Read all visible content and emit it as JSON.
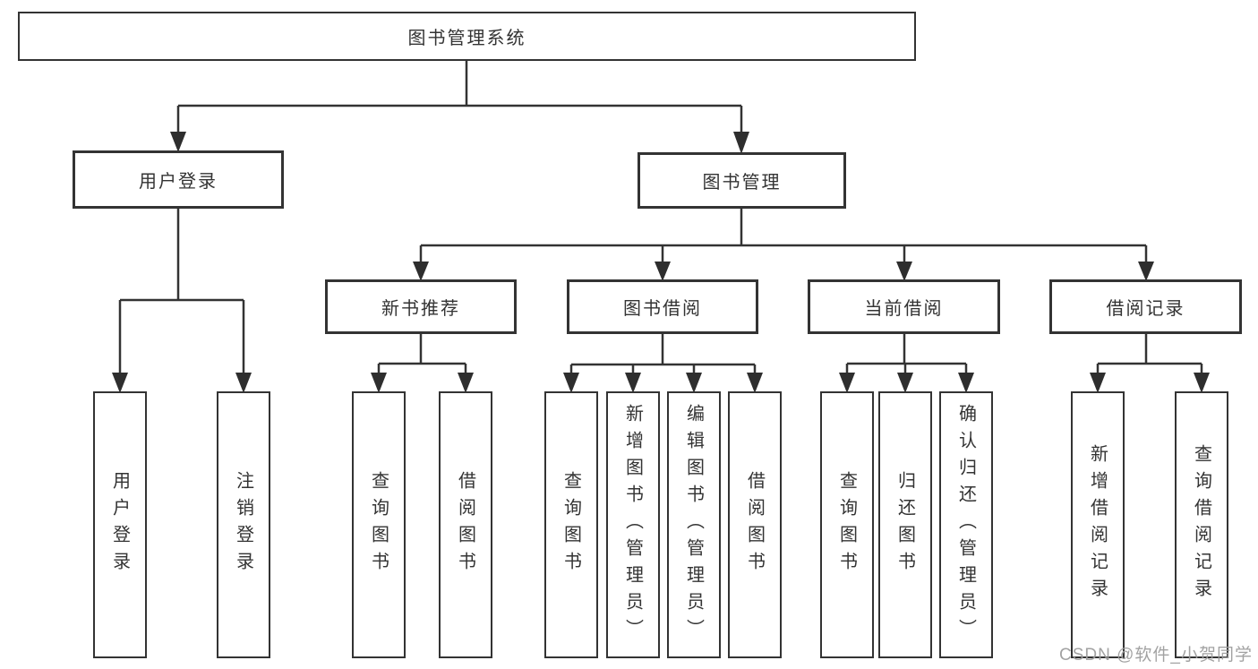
{
  "diagram_title": "图书管理系统",
  "tree": {
    "label": "图书管理系统",
    "children": [
      {
        "label": "用户登录",
        "children": [
          {
            "label": "用户登录"
          },
          {
            "label": "注销登录"
          }
        ]
      },
      {
        "label": "图书管理",
        "children": [
          {
            "label": "新书推荐",
            "children": [
              {
                "label": "查询图书"
              },
              {
                "label": "借阅图书"
              }
            ]
          },
          {
            "label": "图书借阅",
            "children": [
              {
                "label": "查询图书"
              },
              {
                "label": "新增图书（管理员）"
              },
              {
                "label": "编辑图书（管理员）"
              },
              {
                "label": "借阅图书"
              }
            ]
          },
          {
            "label": "当前借阅",
            "children": [
              {
                "label": "查询图书"
              },
              {
                "label": "归还图书"
              },
              {
                "label": "确认归还（管理员）"
              }
            ]
          },
          {
            "label": "借阅记录",
            "children": [
              {
                "label": "新增借阅记录"
              },
              {
                "label": "查询借阅记录"
              }
            ]
          }
        ]
      }
    ]
  },
  "watermark": {
    "text": "CSDN @软件_小贺同学",
    "color": "#9e9e9e"
  },
  "colors": {
    "line": "#333333",
    "arrow": "#2e2e2e",
    "box_border": "#333333",
    "box_fill": "#ffffff",
    "text": "#333333",
    "background": "#ffffff"
  }
}
